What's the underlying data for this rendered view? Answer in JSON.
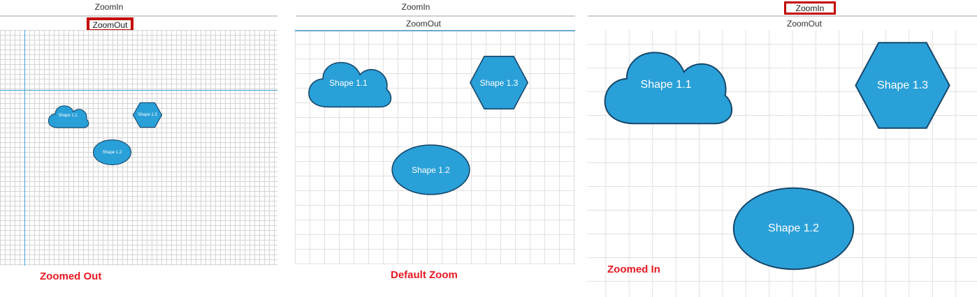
{
  "colors": {
    "shape_fill": "#2aa0d8",
    "shape_stroke": "#16476a",
    "highlight_box": "#c40000",
    "caption_red": "#e81922",
    "grid_line": "#e1e1e1",
    "accent_blue": "#44a0d6"
  },
  "panels": [
    {
      "name": "zoomed-out",
      "toolbar": {
        "zoom_in": "ZoomIn",
        "zoom_out": "ZoomOut"
      },
      "highlighted_command": "ZoomOut",
      "caption": "Zoomed Out",
      "shapes": {
        "cloud": "Shape 1.1",
        "ellipse": "Shape 1.2",
        "hexagon": "Shape 1.3"
      }
    },
    {
      "name": "default-zoom",
      "toolbar": {
        "zoom_in": "ZoomIn",
        "zoom_out": "ZoomOut"
      },
      "highlighted_command": "",
      "caption": "Default Zoom",
      "shapes": {
        "cloud": "Shape 1.1",
        "ellipse": "Shape 1.2",
        "hexagon": "Shape 1.3"
      }
    },
    {
      "name": "zoomed-in",
      "toolbar": {
        "zoom_in": "ZoomIn",
        "zoom_out": "ZoomOut"
      },
      "highlighted_command": "ZoomIn",
      "caption": "Zoomed In",
      "shapes": {
        "cloud": "Shape 1.1",
        "ellipse": "Shape 1.2",
        "hexagon": "Shape 1.3"
      }
    }
  ]
}
